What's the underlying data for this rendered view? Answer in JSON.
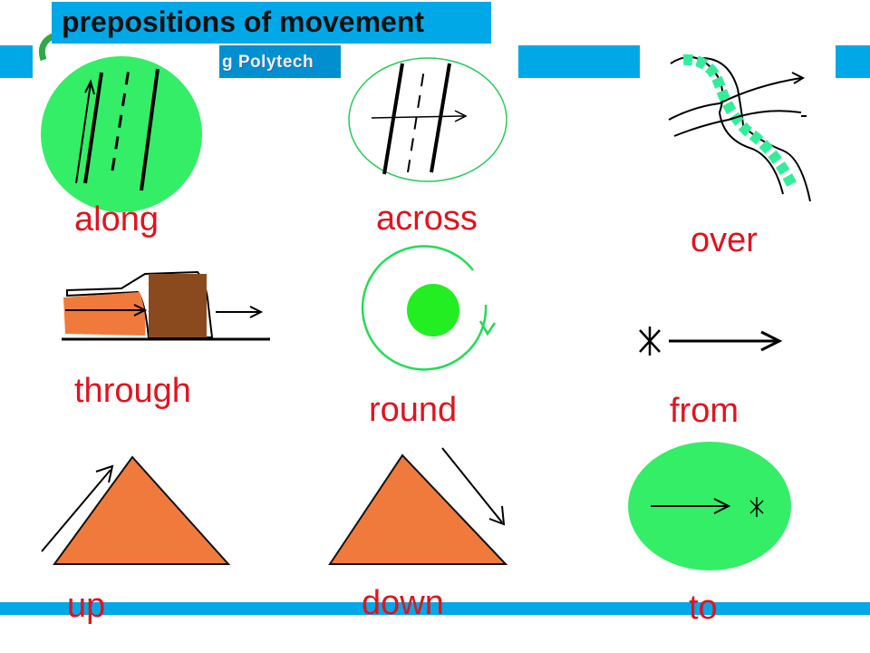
{
  "slide": {
    "title": "prepositions of movement",
    "banner_text": "g Polytech",
    "colors": {
      "accent_blue": "#00a8e8",
      "label_red": "#e0141e",
      "green": "#33ee66",
      "orange": "#f07a3c",
      "brown": "#8b4a1e"
    }
  },
  "words": {
    "along": "along",
    "across": "across",
    "over": "over",
    "through": "through",
    "round": "round",
    "from": "from",
    "up": "up",
    "down": "down",
    "to": "to"
  }
}
